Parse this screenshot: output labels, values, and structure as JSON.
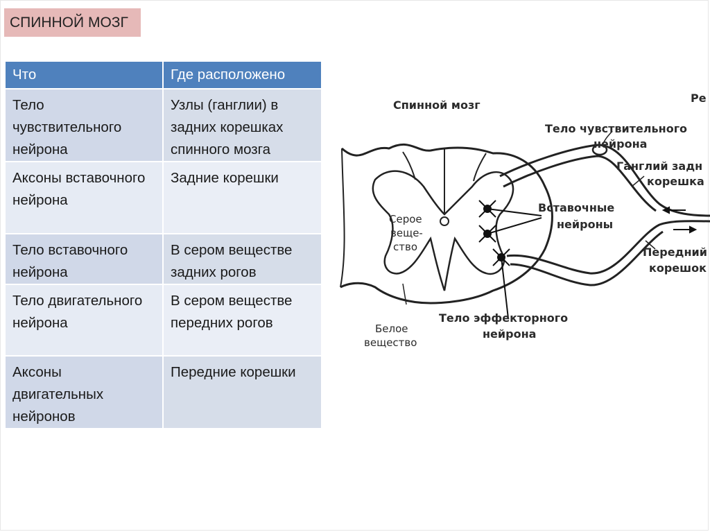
{
  "title": "СПИННОЙ МОЗГ",
  "table": {
    "headers": [
      "Что",
      "Где расположено"
    ],
    "rows": [
      [
        "Тело чувствительного нейрона",
        "Узлы (ганглии) в задних корешках спинного мозга"
      ],
      [
        "Аксоны вставочного нейрона",
        "Задние корешки"
      ],
      [
        "Тело вставочного нейрона",
        "В сером веществе задних рогов"
      ],
      [
        "Тело двигательного нейрона",
        "В сером веществе передних рогов"
      ],
      [
        "Аксоны двигательных нейронов",
        "Передние корешки"
      ]
    ]
  },
  "diagram": {
    "labels": {
      "spinal_cord": "Спинной мозг",
      "re_cut": "Ре",
      "sensory_body_1": "Тело чувствительного",
      "sensory_body_2": "нейрона",
      "ganglion_1": "Ганглий задн",
      "ganglion_2": "корешка",
      "interneurons_1": "Вставочные",
      "interneurons_2": "нейроны",
      "anterior_1": "Передний",
      "anterior_2": "корешок",
      "effector_1": "Тело эффекторного",
      "effector_2": "нейрона",
      "gray_1": "Серое",
      "gray_2": "веще-",
      "gray_3": "ство",
      "white_1": "Белое",
      "white_2": "вещество"
    }
  }
}
